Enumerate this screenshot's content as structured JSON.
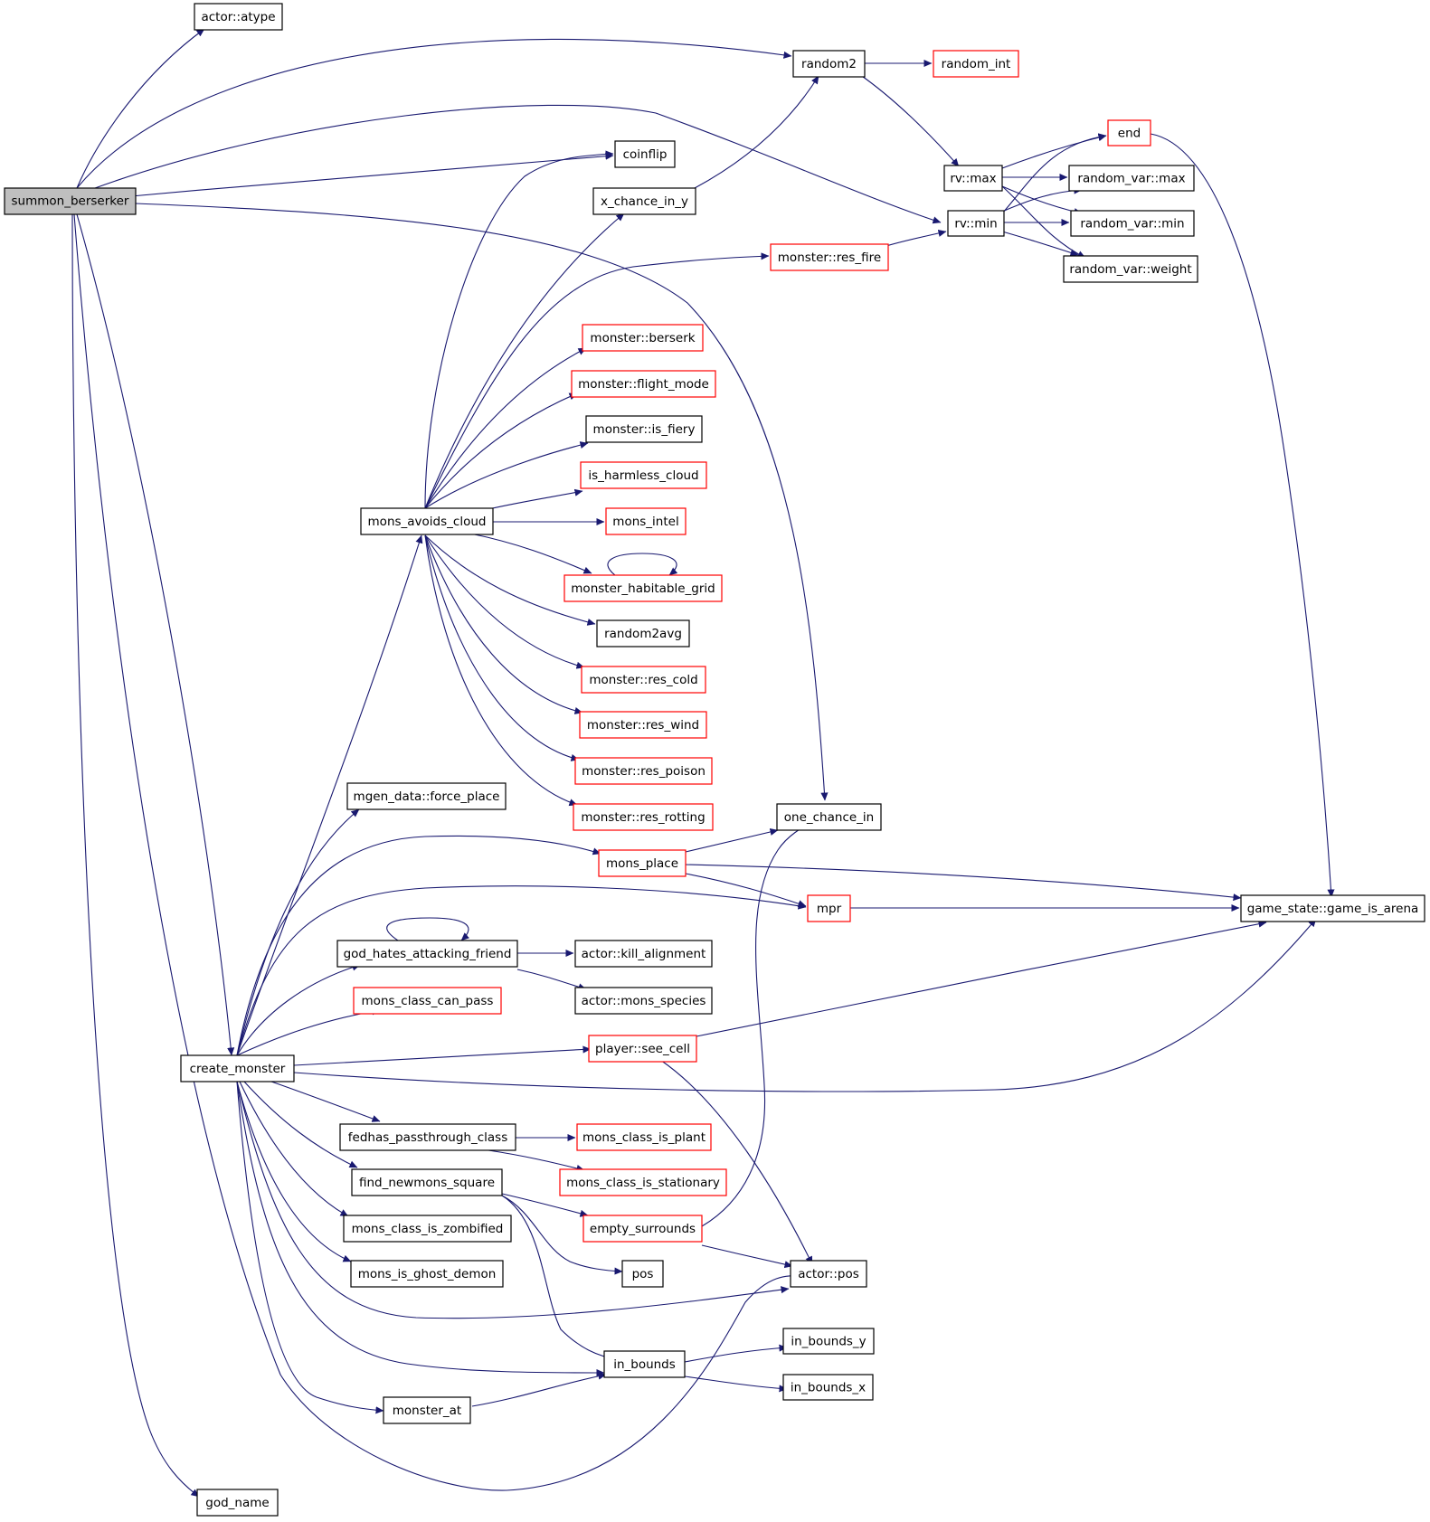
{
  "diagram": {
    "type": "call-graph",
    "colors": {
      "edge": "#191970",
      "node_border": "#000000",
      "node_border_undocumented": "#ff0000",
      "root_fill": "#bfbfbf",
      "background": "#ffffff"
    },
    "nodes": {
      "summon_berserker": "summon_berserker",
      "actor_atype": "actor::atype",
      "random2": "random2",
      "random_int": "random_int",
      "coinflip": "coinflip",
      "x_chance_in_y": "x_chance_in_y",
      "end": "end",
      "rv_max": "rv::max",
      "random_var_max": "random_var::max",
      "rv_min": "rv::min",
      "random_var_min": "random_var::min",
      "monster_res_fire": "monster::res_fire",
      "random_var_weight": "random_var::weight",
      "monster_berserk": "monster::berserk",
      "monster_flight_mode": "monster::flight_mode",
      "monster_is_fiery": "monster::is_fiery",
      "is_harmless_cloud": "is_harmless_cloud",
      "mons_avoids_cloud": "mons_avoids_cloud",
      "mons_intel": "mons_intel",
      "monster_habitable_grid": "monster_habitable_grid",
      "random2avg": "random2avg",
      "monster_res_cold": "monster::res_cold",
      "monster_res_wind": "monster::res_wind",
      "monster_res_poison": "monster::res_poison",
      "mgen_data_force_place": "mgen_data::force_place",
      "monster_res_rotting": "monster::res_rotting",
      "one_chance_in": "one_chance_in",
      "mons_place": "mons_place",
      "mpr": "mpr",
      "game_state_game_is_arena": "game_state::game_is_arena",
      "god_hates_attacking_friend": "god_hates_attacking_friend",
      "actor_kill_alignment": "actor::kill_alignment",
      "mons_class_can_pass": "mons_class_can_pass",
      "actor_mons_species": "actor::mons_species",
      "player_see_cell": "player::see_cell",
      "create_monster": "create_monster",
      "fedhas_passthrough_class": "fedhas_passthrough_class",
      "mons_class_is_plant": "mons_class_is_plant",
      "find_newmons_square": "find_newmons_square",
      "mons_class_is_stationary": "mons_class_is_stationary",
      "mons_class_is_zombified": "mons_class_is_zombified",
      "empty_surrounds": "empty_surrounds",
      "mons_is_ghost_demon": "mons_is_ghost_demon",
      "pos": "pos",
      "actor_pos": "actor::pos",
      "in_bounds_y": "in_bounds_y",
      "in_bounds": "in_bounds",
      "in_bounds_x": "in_bounds_x",
      "monster_at": "monster_at",
      "god_name": "god_name"
    }
  }
}
